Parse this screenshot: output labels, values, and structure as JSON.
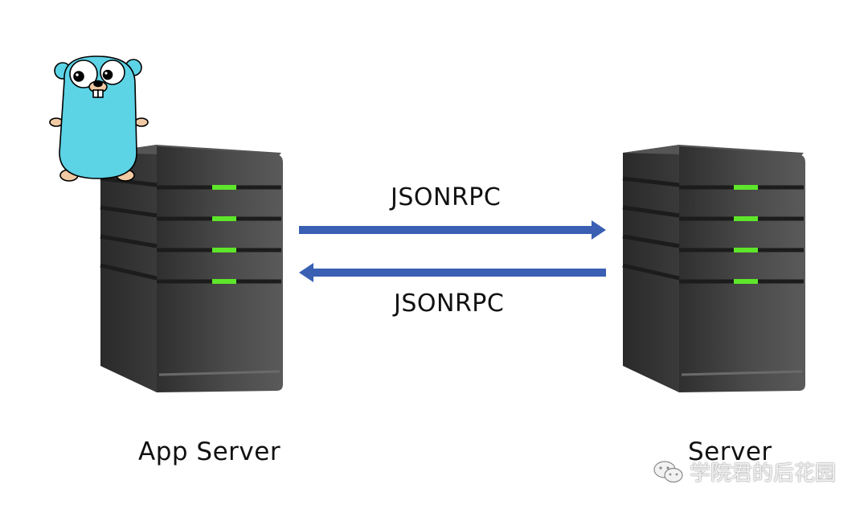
{
  "arrows": {
    "top_label": "JSONRPC",
    "bottom_label": "JSONRPC",
    "color": "#3a5fb3"
  },
  "servers": {
    "left_label": "App Server",
    "right_label": "Server",
    "body_color": "#3e3e3e",
    "led_color": "#5ee62a"
  },
  "mascot": {
    "icon": "gopher-icon",
    "color": "#5dd3e6"
  },
  "watermark": {
    "text": "学院君的后花园",
    "icon": "wechat-icon"
  }
}
